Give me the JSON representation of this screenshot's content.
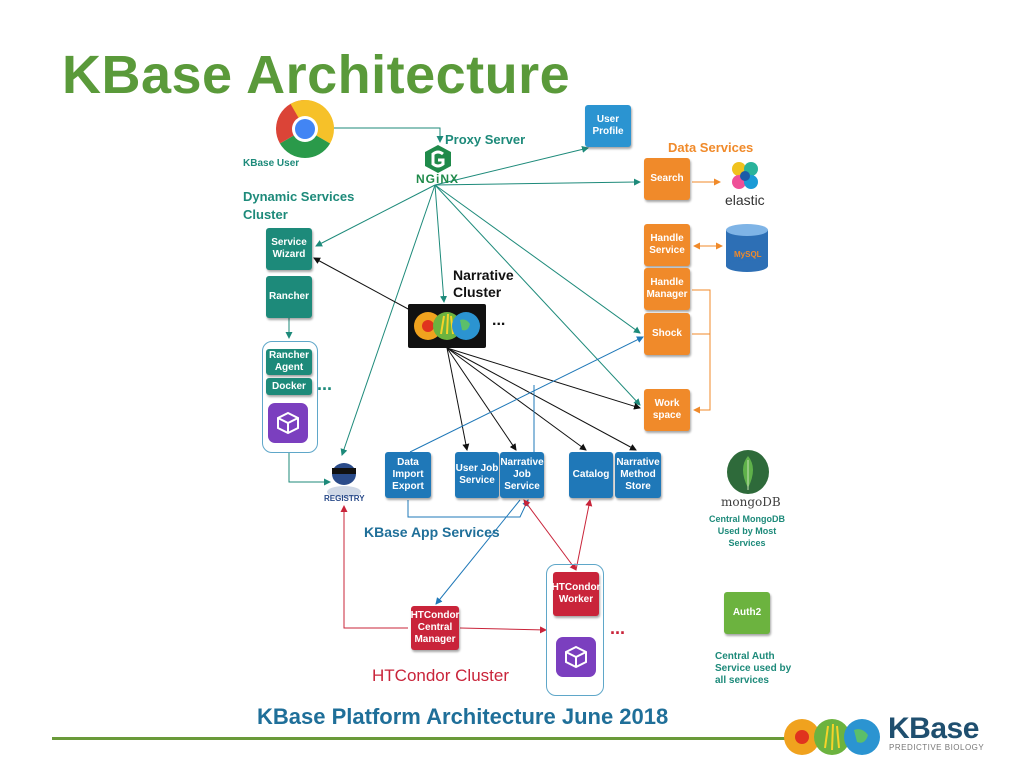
{
  "slide": {
    "title": "KBase Architecture",
    "footer_caption": "KBase Platform Architecture June 2018"
  },
  "diagram": {
    "user_label": "KBase User",
    "proxy_label": "Proxy Server",
    "nginx_text": "NGiNX",
    "dynamic_cluster_label": "Dynamic Services Cluster",
    "narrative_cluster_label": "Narrative Cluster",
    "data_services_label": "Data Services",
    "app_services_label": "KBase App Services",
    "htcondor_cluster_label": "HTCondor Cluster",
    "ellipsis": "...",
    "nodes": {
      "user_profile": "User Profile",
      "service_wizard": "Service Wizard",
      "rancher": "Rancher",
      "rancher_agent": "Rancher Agent",
      "docker": "Docker",
      "search": "Search",
      "handle_service": "Handle Service",
      "handle_manager": "Handle Manager",
      "shock": "Shock",
      "workspace": "Work space",
      "data_import_export": "Data Import Export",
      "user_job_service": "User Job Service",
      "narrative_job_service": "Narrative Job Service",
      "catalog": "Catalog",
      "narrative_method_store": "Narrative Method Store",
      "htcondor_central_manager": "HTCondor Central Manager",
      "htcondor_worker": "HTCondor Worker",
      "auth2": "Auth2"
    },
    "logos": {
      "elastic": "elastic",
      "mysql": "MySQL",
      "mongodb": "mongoDB",
      "registry": "REGISTRY",
      "kbase_brand": "KBase",
      "kbase_tagline": "PREDICTIVE BIOLOGY"
    },
    "notes": {
      "mongodb": "Central MongoDB Used by Most Services",
      "auth": "Central Auth Service used by all services"
    },
    "colors": {
      "title_green": "#5a9a3a",
      "teal": "#1d8a7a",
      "orange": "#f08a2a",
      "blue": "#1f78b8",
      "red": "#c9243a",
      "light_green": "#6cb33f",
      "app_label_blue": "#1f6f99"
    }
  }
}
